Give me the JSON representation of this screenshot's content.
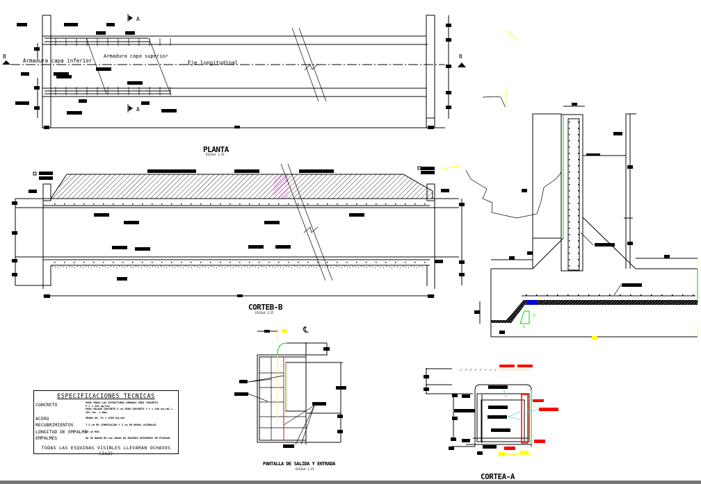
{
  "drawing": {
    "views": {
      "planta": {
        "title": "PLANTA",
        "scale": "ESCALA 1:25"
      },
      "corte_b": {
        "title": "CORTEB-B",
        "scale": "ESCALA 1:25"
      },
      "pantalla": {
        "title": "PANTALLA DE SALIDA Y ENTRADA",
        "scale": "ESCALA 1:25"
      },
      "corte_a": {
        "title": "CORTEA-A",
        "scale": "ESCALA 1:25"
      }
    },
    "annotations": {
      "section_a_marker": "A",
      "section_b_marker": "B",
      "lower_layer": "Armadura capa inferior",
      "upper_layer": "Armadura capa superior",
      "longitudinal_axis": "Eje longitudinal",
      "centerline_symbol": "℄",
      "slope_ratio_v": ".5",
      "slope_ratio_h": "1"
    },
    "colors": {
      "background": "#ffffff",
      "linework": "#000000",
      "hatch_highlight": "#ff00ff",
      "green_rebar": "#00cc00",
      "red_rebar": "#ff0000",
      "yellow_rebar": "#ffff00",
      "cyan_leader": "#66ccdd",
      "blue_fill": "#0000ff",
      "orange_hatch": "#ff8800"
    }
  },
  "specs": {
    "title": "ESPECIFICACIONES TECNICAS",
    "rows": [
      {
        "label": "CONCRETO",
        "value_lines": [
          "PARA TODAS LAS ESTRUCTURAS ARMADAS SERA CONCRETO",
          "F'c = 210 kg/cm2",
          "PARA SOLADO CONCRETO 5 cm SERA CONCRETO f'c = 100 kg/cm2 +",
          "LOS Cms. = Hmm."
        ]
      },
      {
        "label": "ACERO",
        "value_lines": [
          "GRADO 60, Fy = 4200 Kg/cm2"
        ]
      },
      {
        "label": "RECUBRIMIENTOS",
        "value_lines": [
          "7.5 cm EN CIMENTACION Y 5 cm EN MUROS LATERALES"
        ]
      },
      {
        "label": "LONGITUD DE EMPALME",
        "value_lines": [
          "30 cm MIN."
        ]
      },
      {
        "label": "EMPALMES",
        "value_lines": [
          "NO SE HARAN EN LAS ZONAS DE MAXIMOS ESFUERZOS DE FLEXION"
        ]
      }
    ],
    "footer": "TODAS LAS ESQUINAS VISIBLES LLEVARAN OCHAVOS (2x2)"
  }
}
